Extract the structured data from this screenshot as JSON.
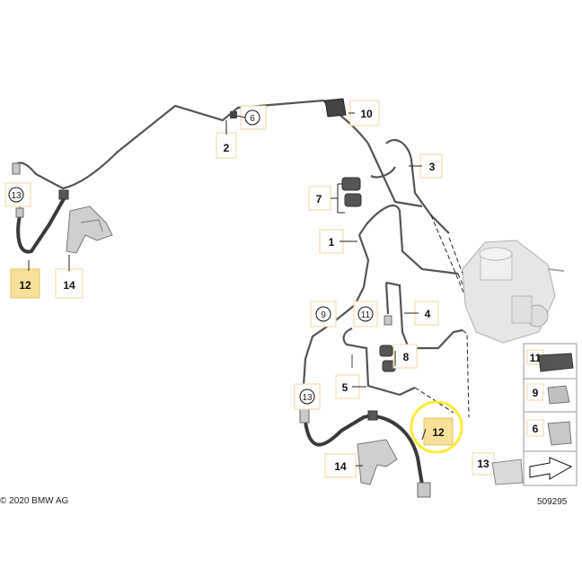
{
  "diagram": {
    "copyright": "© 2020 BMW AG",
    "diagram_number": "509295",
    "callouts": {
      "c1": "1",
      "c2": "2",
      "c3": "3",
      "c4": "4",
      "c5": "5",
      "c6": "6",
      "c7": "7",
      "c8": "8",
      "c9": "9",
      "c10": "10",
      "c11": "11",
      "c12_left": "12",
      "c12_right": "12",
      "c13_left": "13",
      "c13_right": "13",
      "c14_left": "14",
      "c14_right": "14",
      "legend11": "11",
      "legend9": "9",
      "legend6": "6",
      "legend13": "13"
    },
    "highlight_color": "#ffeb3b"
  }
}
